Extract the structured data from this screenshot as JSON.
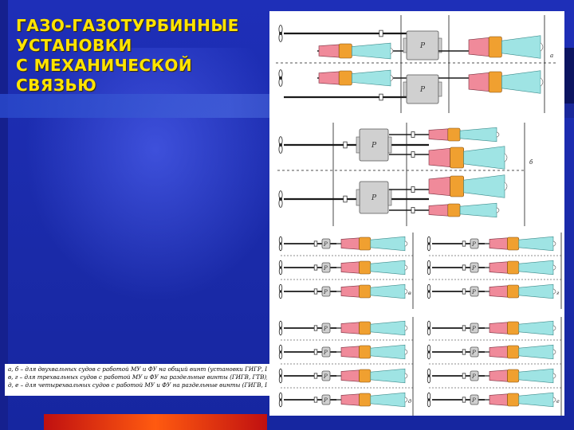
{
  "slide": {
    "title_lines": [
      "ГАЗО-ГАЗОТУРБИННЫЕ",
      "УСТАНОВКИ",
      "С МЕХАНИЧЕСКОЙ",
      "СВЯЗЬЮ"
    ]
  },
  "diagram": {
    "section_labels": [
      "а",
      "б",
      "в",
      "г",
      "д",
      "е"
    ],
    "gearbox_label": "Р",
    "colors": {
      "compressor": "#f08a9a",
      "combustor": "#f0a030",
      "turbine": "#9fe4e4",
      "gearbox": "#d0d0d0",
      "shaft": "#1a1a1a"
    }
  },
  "caption": {
    "lines": [
      "а, б – для двухвальных судов с работой МУ и ФУ на общий винт (установки ГИГР, ГТР);",
      "в, г – для трехвальных судов с работой МУ и ФУ на раздельные винты (ГИГВ, ГТВ);",
      "д, е – для четырехвальных судов с работой МУ и ФУ на раздельные винты (ГИГВ, ГТВ)."
    ]
  }
}
